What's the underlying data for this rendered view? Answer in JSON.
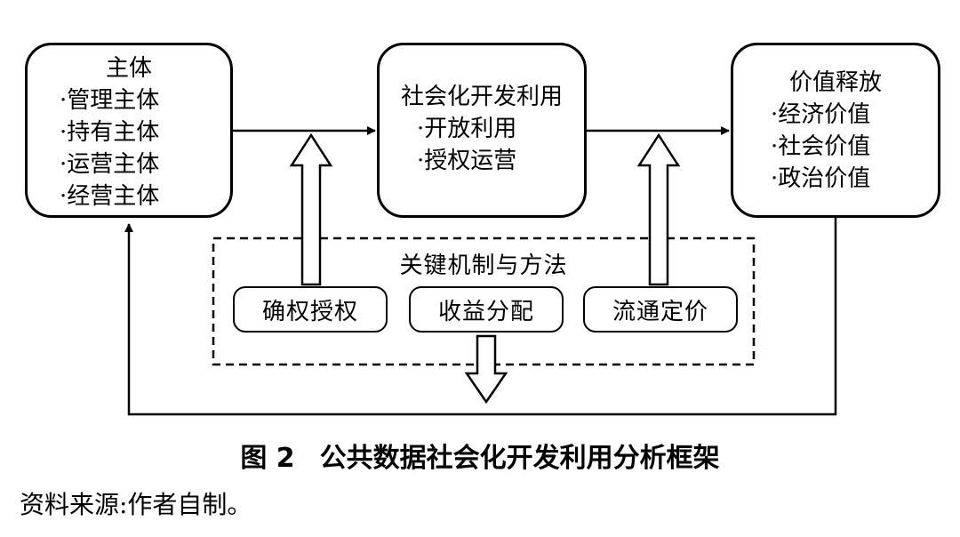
{
  "boxes": {
    "subject": {
      "title": "主体",
      "items": [
        "·管理主体",
        "·持有主体",
        "·运营主体",
        "·经营主体"
      ]
    },
    "utilization": {
      "title": "社会化开发利用",
      "items": [
        "·开放利用",
        "·授权运营"
      ]
    },
    "value": {
      "title": "价值释放",
      "items": [
        "·经济价值",
        "·社会价值",
        "·政治价值"
      ]
    }
  },
  "mechanism": {
    "title": "关键机制与方法",
    "items": [
      "确权授权",
      "收益分配",
      "流通定价"
    ]
  },
  "caption": {
    "figure_no": "图 2",
    "title": "公共数据社会化开发利用分析框架"
  },
  "source_note": "资料来源:作者自制。"
}
